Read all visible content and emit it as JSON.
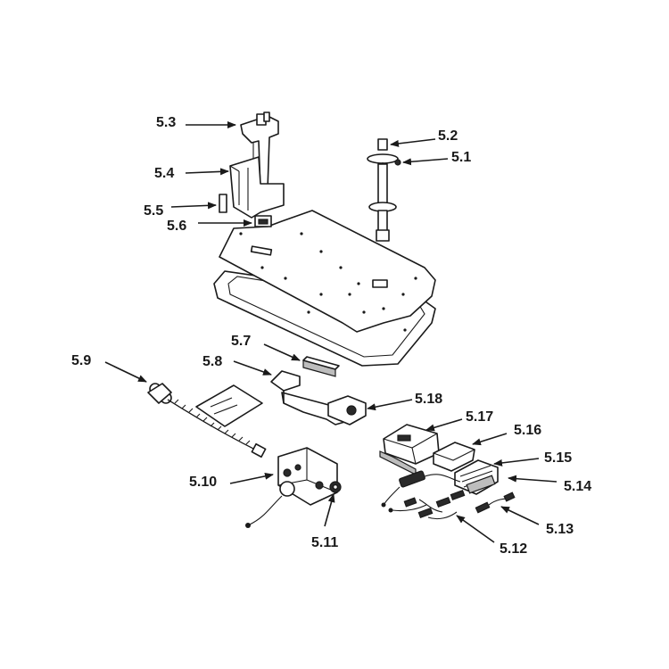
{
  "diagram": {
    "labels": [
      "5.1",
      "5.2",
      "5.3",
      "5.4",
      "5.5",
      "5.6",
      "5.7",
      "5.8",
      "5.9",
      "5.10",
      "5.11",
      "5.12",
      "5.13",
      "5.14",
      "5.15",
      "5.16",
      "5.17",
      "5.18"
    ]
  },
  "colors": {
    "line": "#1a1a1a",
    "background": "#ffffff",
    "fill_dark": "#2a2a2a",
    "fill_grey": "#bdbdbd"
  }
}
